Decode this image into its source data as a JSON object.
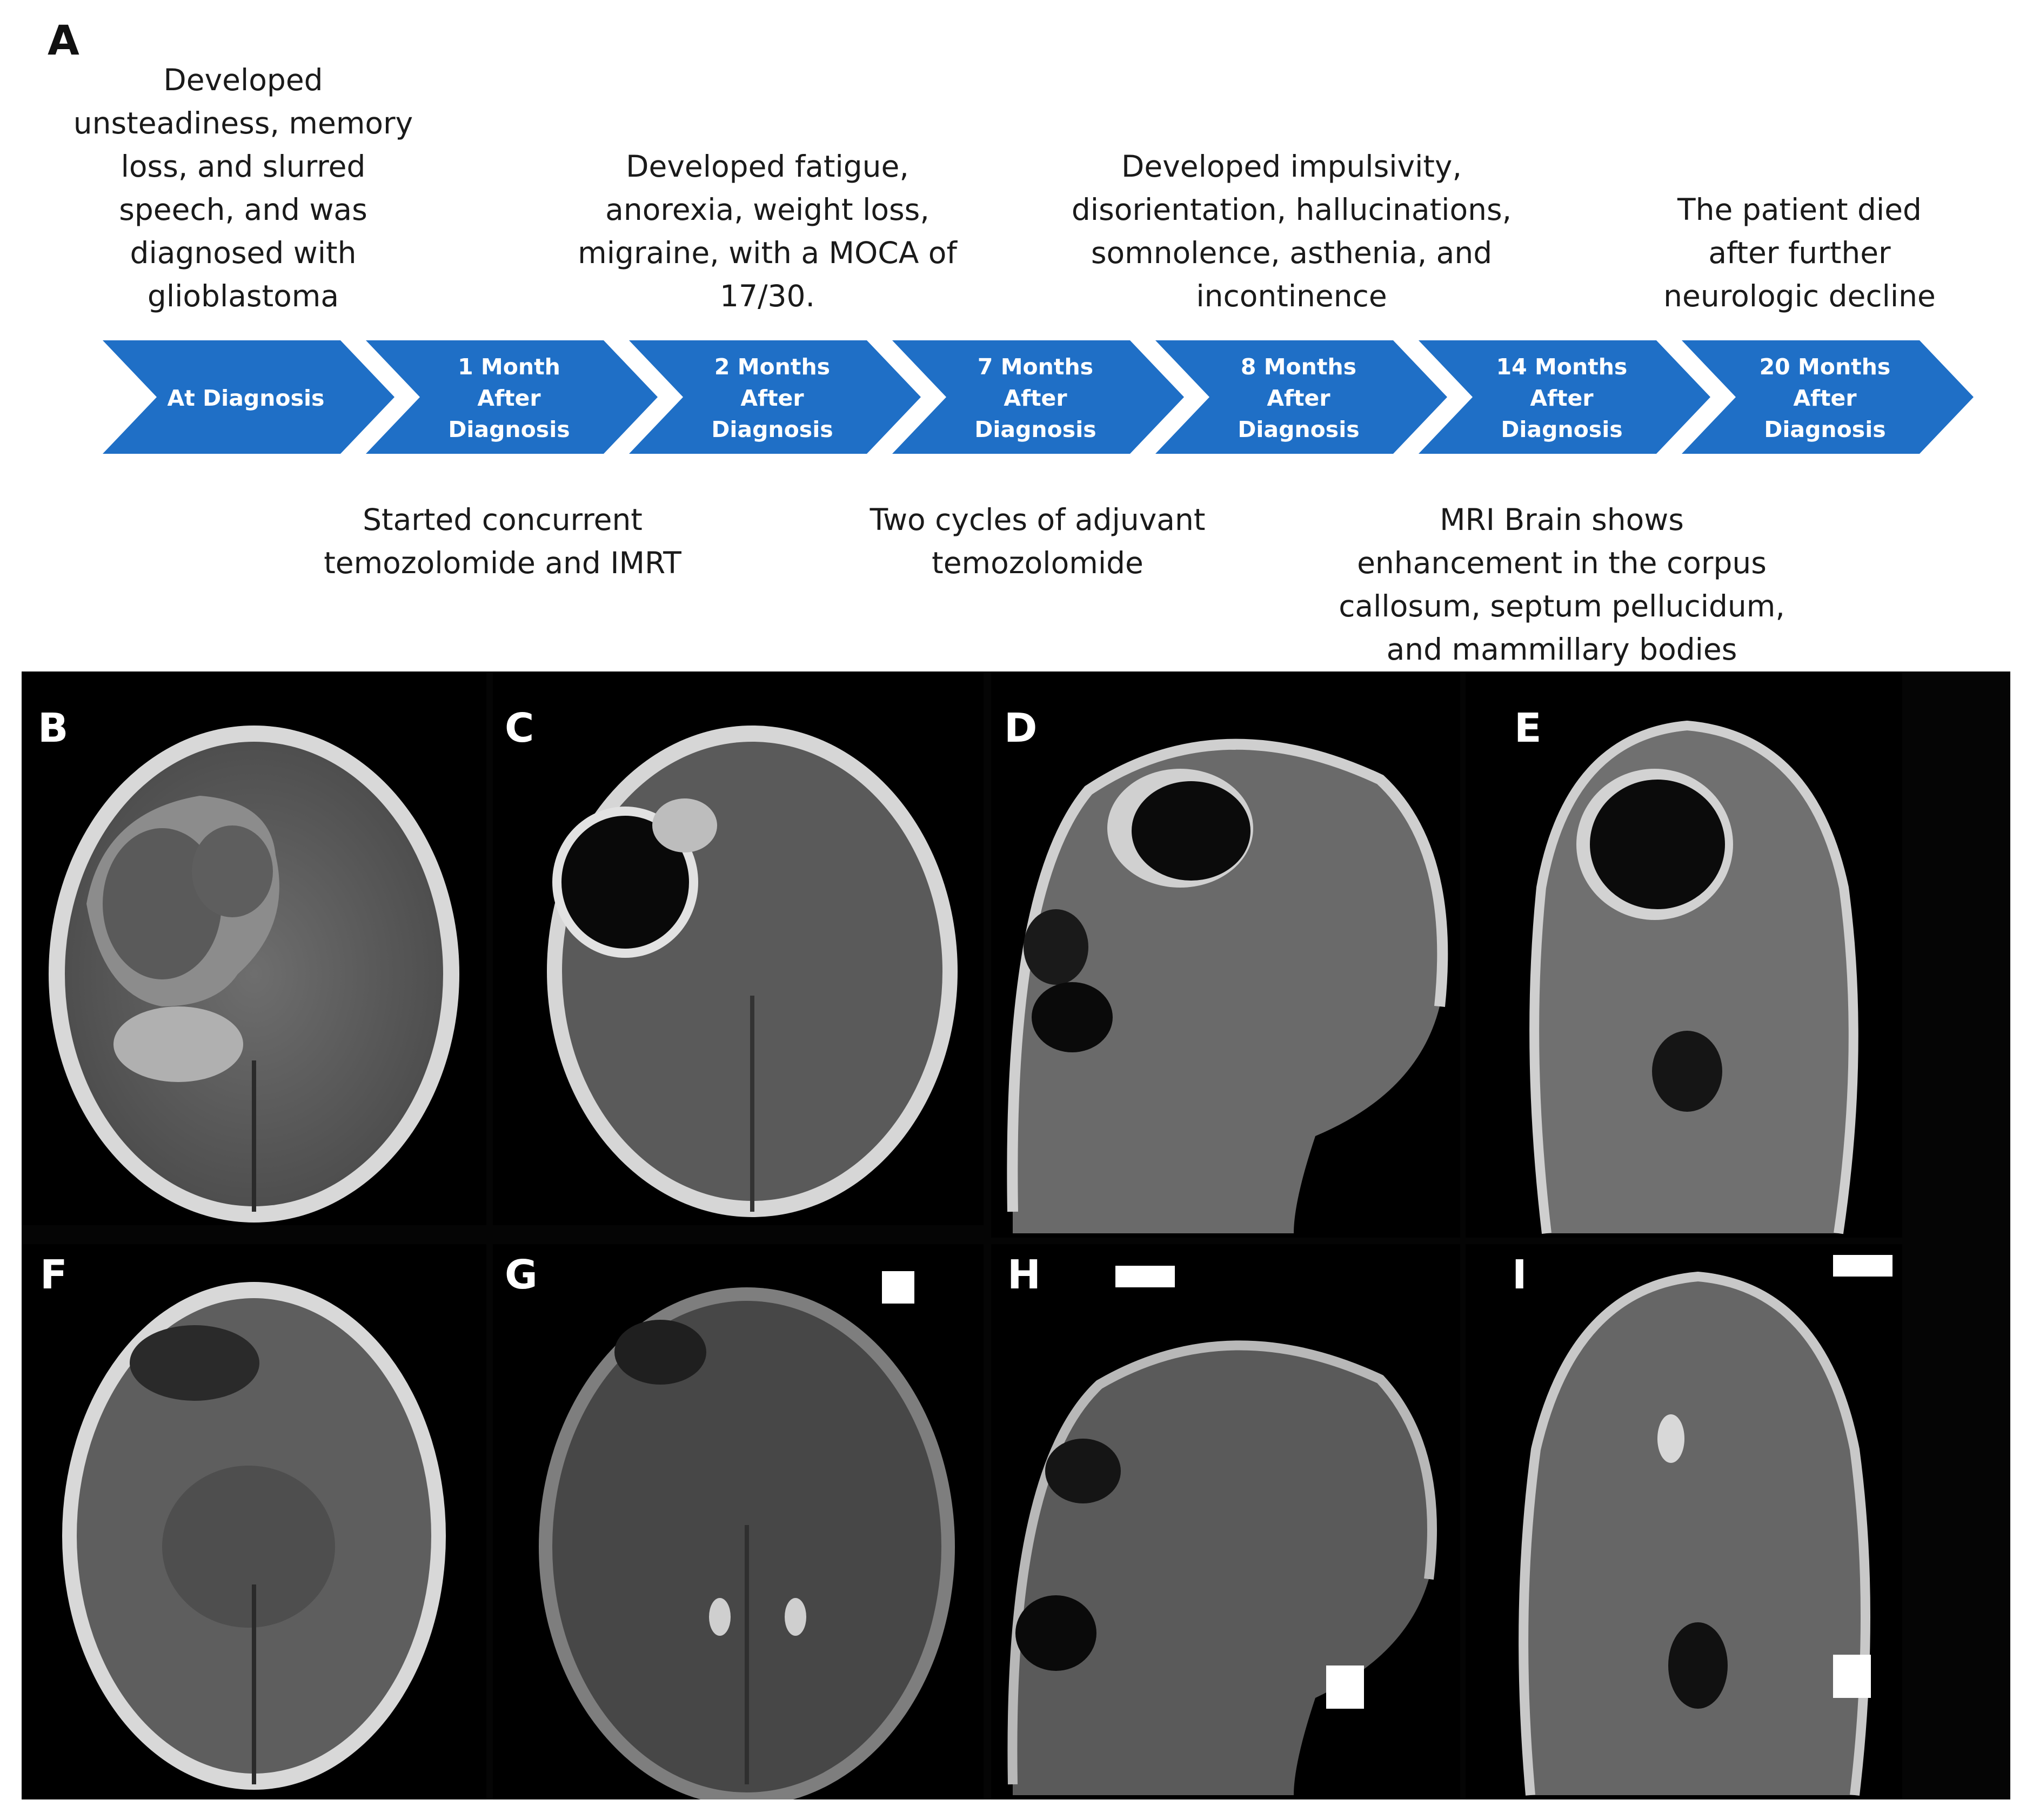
{
  "figure": {
    "panel_a_letter": "A",
    "timeline": {
      "color": "#1f6fc6",
      "stages": [
        {
          "label": "At Diagnosis"
        },
        {
          "label": "1 Month\nAfter\nDiagnosis"
        },
        {
          "label": "2 Months\nAfter\nDiagnosis"
        },
        {
          "label": "7 Months\nAfter\nDiagnosis"
        },
        {
          "label": "8 Months\nAfter\nDiagnosis"
        },
        {
          "label": "14 Months\nAfter\nDiagnosis"
        },
        {
          "label": "20 Months\nAfter\nDiagnosis"
        }
      ],
      "notes_above": [
        "Developed\nunsteadiness, memory\nloss, and slurred\nspeech, and was\ndiagnosed with\nglioblastoma",
        "Developed fatigue,\nanorexia, weight loss,\nmigraine, with a MOCA of\n17/30.",
        "Developed impulsivity,\ndisorientation, hallucinations,\nsomnolence, asthenia, and\nincontinence",
        "The patient died\nafter further\nneurologic decline"
      ],
      "notes_below": [
        "Started concurrent\ntemozolomide and IMRT",
        "Two cycles of adjuvant\ntemozolomide",
        "MRI Brain shows\nenhancement in the corpus\ncallosum, septum pellucidum,\nand mammillary bodies"
      ]
    },
    "mri_panels": [
      {
        "letter": "B",
        "view": "axial-flair"
      },
      {
        "letter": "C",
        "view": "axial-t1-contrast"
      },
      {
        "letter": "D",
        "view": "sagittal-t1-contrast"
      },
      {
        "letter": "E",
        "view": "coronal-t1-contrast"
      },
      {
        "letter": "F",
        "view": "axial-flair"
      },
      {
        "letter": "G",
        "view": "axial-t1-contrast"
      },
      {
        "letter": "H",
        "view": "sagittal-t1-contrast"
      },
      {
        "letter": "I",
        "view": "coronal-t1-contrast"
      }
    ]
  }
}
